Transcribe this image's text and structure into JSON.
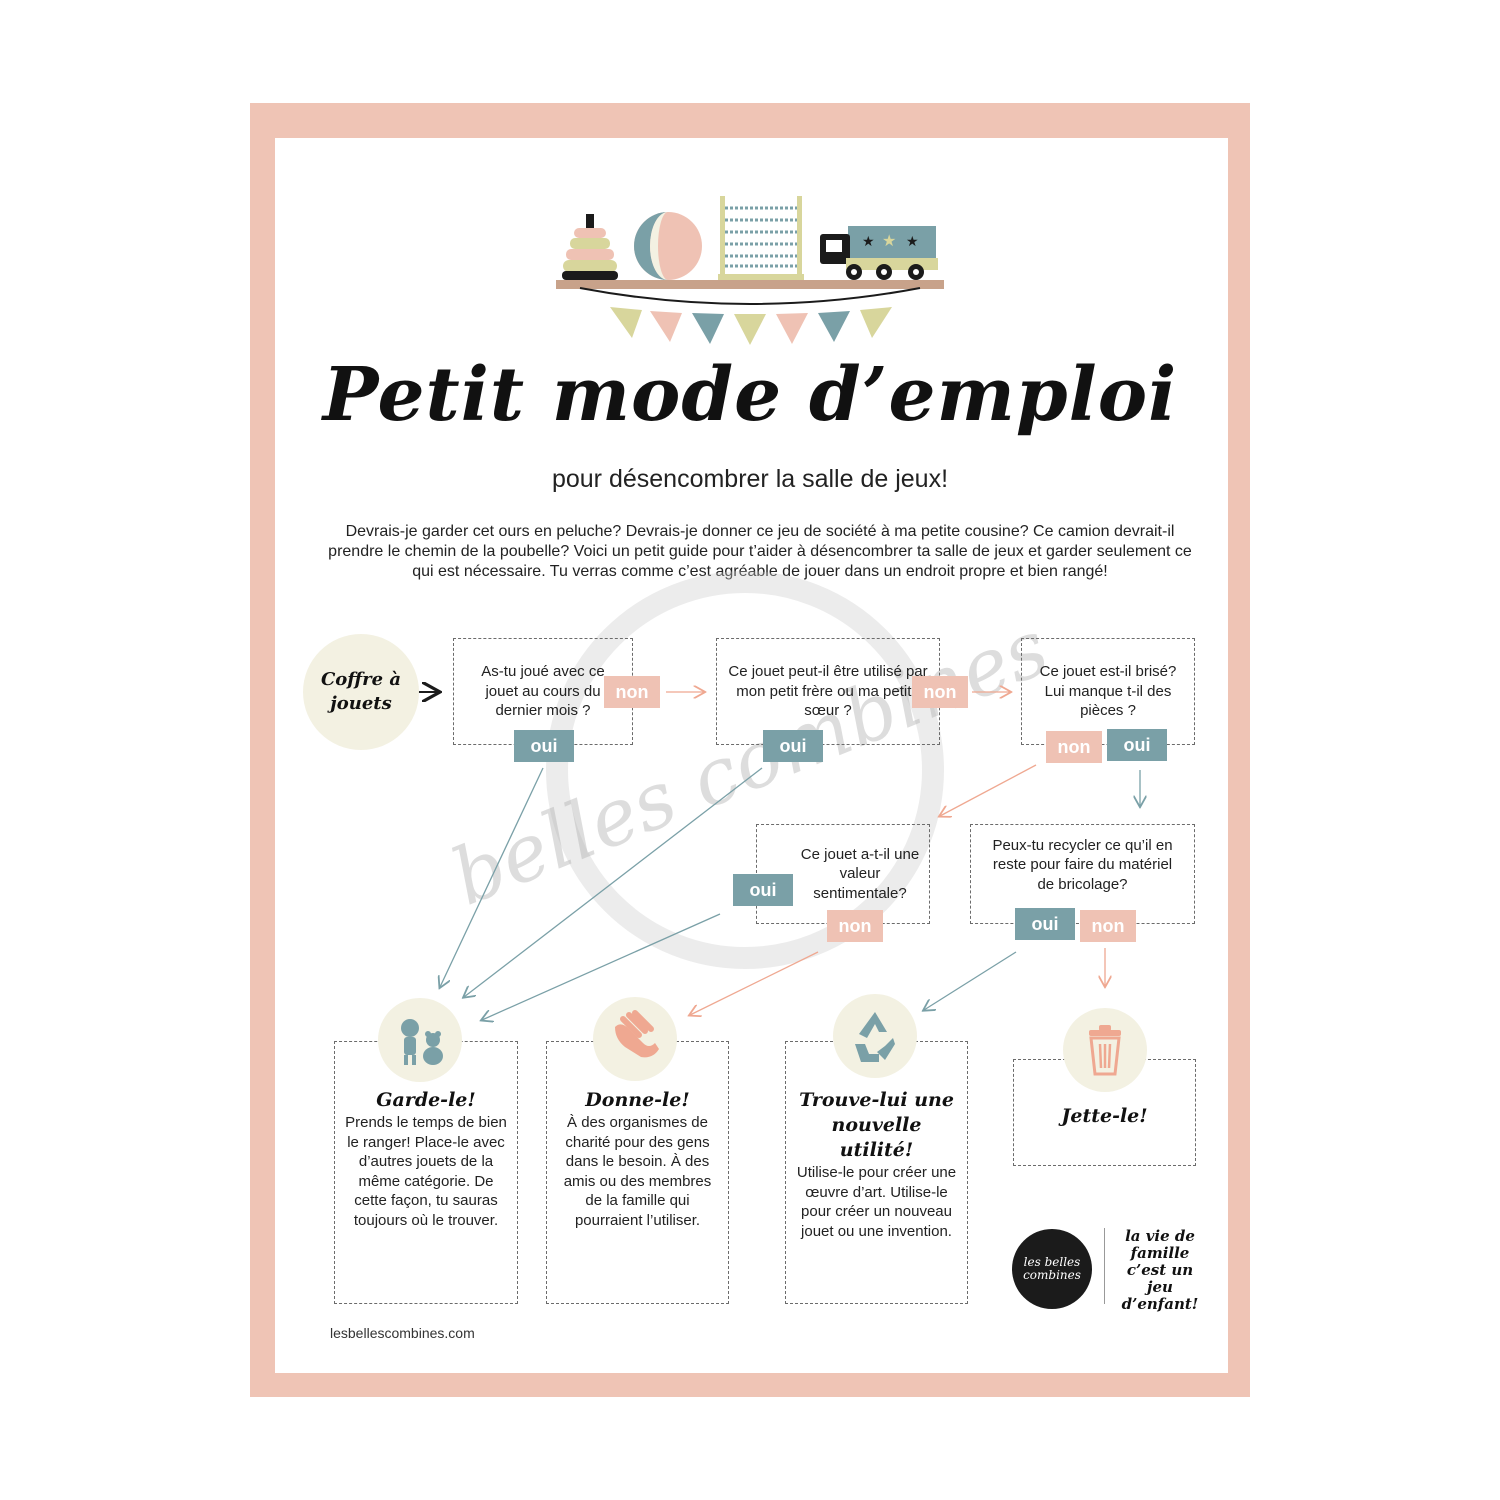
{
  "header": {
    "title": "Petit mode d’emploi",
    "subtitle": "pour désencombrer la salle de jeux!",
    "intro": "Devrais-je garder cet ours en peluche? Devrais-je donner ce jeu de société à ma petite cousine? Ce camion devrait-il prendre le chemin de la poubelle? Voici un petit guide pour t’aider à désencombrer ta salle de jeux et garder seulement ce qui est nécessaire. Tu verras comme c’est agréable de jouer dans un endroit propre et bien rangé!"
  },
  "start": {
    "label": "Coffre à jouets"
  },
  "questions": [
    {
      "text": "As-tu joué avec ce jouet au cours du dernier mois ?",
      "yes": "oui",
      "no": "non"
    },
    {
      "text": "Ce jouet peut-il être utilisé par mon petit frère ou ma petite sœur ?",
      "yes": "oui",
      "no": "non"
    },
    {
      "text": "Ce jouet est-il brisé? Lui manque t-il des pièces ?",
      "yes": "oui",
      "no": "non"
    },
    {
      "text": "Ce jouet a-t-il une valeur sentimentale?",
      "yes": "oui",
      "no": "non"
    },
    {
      "text": "Peux-tu recycler ce qu’il en reste pour faire du matériel de bricolage?",
      "yes": "oui",
      "no": "non"
    }
  ],
  "results": [
    {
      "title": "Garde-le!",
      "text": "Prends le temps de bien le ranger! Place-le avec d’autres jouets de la même catégorie. De cette façon, tu sauras toujours où le trouver.",
      "icon": "toys-icon"
    },
    {
      "title": "Donne-le!",
      "text": "À des organismes de charité pour des gens dans le besoin. À des amis ou des membres de la famille qui pourraient l’utiliser.",
      "icon": "hands-icon"
    },
    {
      "title": "Trouve-lui une nouvelle utilité!",
      "text": "Utilise-le pour créer une œuvre d’art. Utilise-le pour créer un nouveau jouet ou une invention.",
      "icon": "recycle-icon"
    },
    {
      "title": "Jette-le!",
      "text": "",
      "icon": "trash-icon"
    }
  ],
  "footer": {
    "website": "lesbellescombines.com",
    "logo": "les belles combines",
    "slogan": "la vie de famille c’est un jeu d’enfant!"
  },
  "watermark": "belles combines",
  "colors": {
    "frame": "#efc4b5",
    "yes": "#7aa0a7",
    "no": "#efc2b4",
    "circle": "#f3f1e2"
  }
}
